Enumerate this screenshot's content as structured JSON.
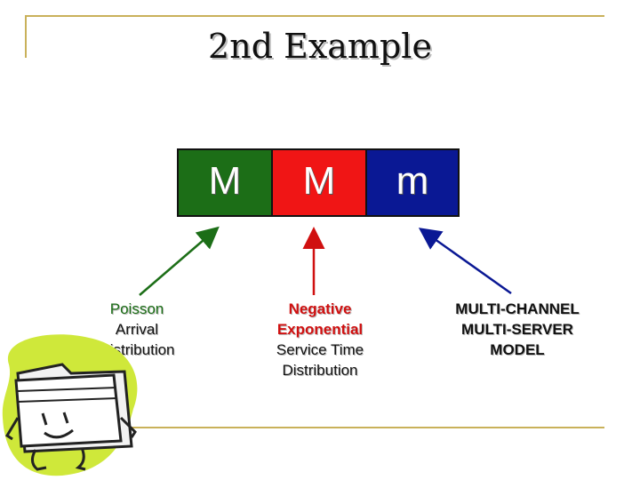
{
  "title": "2nd Example",
  "boxes": {
    "arrival": {
      "letter": "M",
      "color": "#1c6e17"
    },
    "service": {
      "letter": "M",
      "color": "#f01515"
    },
    "servers": {
      "letter": "m",
      "color": "#0a1894"
    }
  },
  "labels": {
    "arrival": {
      "line1": "Poisson",
      "line2": "Arrival",
      "line3": "Distribution"
    },
    "service": {
      "line1": "Negative",
      "line2": "Exponential",
      "line3": "Service Time",
      "line4": "Distribution"
    },
    "servers": {
      "line1": "MULTI-CHANNEL",
      "line2": "MULTI-SERVER",
      "line3": "MODEL"
    }
  }
}
